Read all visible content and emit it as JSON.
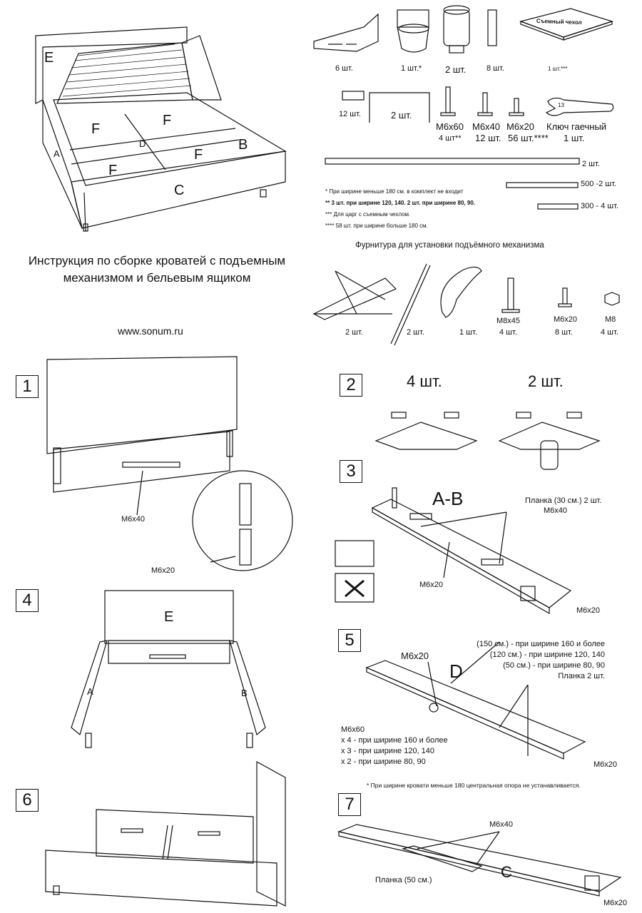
{
  "title_lines": [
    "Инструкция по сборке кроватей с подъемным",
    "механизмом и бельевым ящиком"
  ],
  "website": "www.sonum.ru",
  "overview_labels": {
    "E": "E",
    "F": "F",
    "D": "D",
    "B": "B",
    "A": "A",
    "C": "C"
  },
  "parts": {
    "bracket_qty": "6 шт.",
    "corner_qty": "1 шт.*",
    "leg_qty": "2 шт.",
    "plate_qty": "8 шт.",
    "cover_label": "Съемный чехол",
    "cover_qty": "1 шт.***",
    "cap_qty": "12 шт.",
    "staple_qty": "2 шт.",
    "bolt1_name": "М6х60",
    "bolt1_qty": "4 шт**",
    "bolt2_name": "М6х40",
    "bolt2_qty": "12 шт.",
    "bolt3_name": "М6х20",
    "bolt3_qty": "56 шт.****",
    "wrench_mark": "13",
    "wrench_name": "Ключ гаечный",
    "wrench_qty": "1 шт.",
    "long_rail_qty": "2 шт.",
    "rail500": "500 -2 шт.",
    "rail300": "300 - 4 шт."
  },
  "footnotes": [
    "* При ширине меньше 180 см. в комплект не входит",
    "** 3 шт. при ширине  120, 140. 2 шт. при ширине 80, 90.",
    "***  Для царг с съемным чехлом.",
    "**** 58 шт. при ширине больше 180 см."
  ],
  "mechanism": {
    "heading": "Фурнитура для установки подъёмного механизма",
    "lift_qty": "2 шт.",
    "gas_qty": "2 шт.",
    "belt_qty": "1 шт.",
    "bolt_m8_name": "М8х45",
    "bolt_m8_qty": "4 шт.",
    "bolt_m6_name": "М6х20",
    "bolt_m6_qty": "8 шт.",
    "nut_name": "М8",
    "nut_qty": "4 шт."
  },
  "steps": {
    "s1": {
      "num": "1",
      "label1": "М6х40",
      "label2": "М6х20"
    },
    "s2": {
      "num": "2",
      "qty_left": "4 шт.",
      "qty_right": "2 шт."
    },
    "s3": {
      "num": "3",
      "title": "A-B",
      "rail_label": "Планка (30 см.)  2 шт.",
      "rail_bolt": "М6х40",
      "bolt_a": "М6х20",
      "bolt_b": "М6х20"
    },
    "s4": {
      "num": "4",
      "E": "E",
      "A": "A",
      "B": "B"
    },
    "s5": {
      "num": "5",
      "top_bolt": "М6х20",
      "D": "D",
      "note_lines": [
        "(150 см.) - при ширине 160 и более",
        "(120 см.) - при ширине 120, 140",
        "(50 см.) - при ширине 80, 90",
        "Планка 2 шт."
      ],
      "m60_lines": [
        "М6х60",
        "х 4 - при ширине 160 и более",
        "х 3 - при ширине 120, 140",
        "х 2 - при ширине 80, 90"
      ],
      "right_bolt": "М6х20",
      "footnote": "* При ширине кровати меньше 180 центральная опора не устанавливается."
    },
    "s6": {
      "num": "6"
    },
    "s7": {
      "num": "7",
      "bolt_top": "М6х40",
      "C": "C",
      "rail_label": "Планка (50 см.)",
      "bolt_right": "М6х20"
    }
  }
}
